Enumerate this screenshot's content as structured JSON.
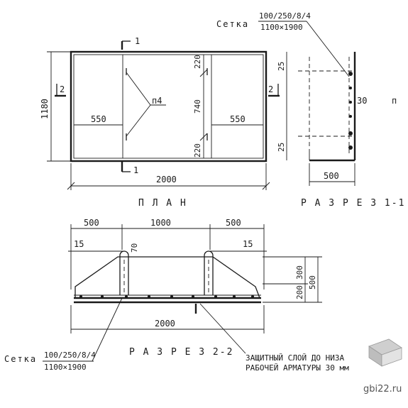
{
  "plan": {
    "title": "П Л А Н",
    "dim_width": "2000",
    "dim_height": "1180",
    "dim_left": "550",
    "dim_right": "550",
    "dim_top": "220",
    "dim_mid": "740",
    "dim_bottom": "220",
    "callout": "п4",
    "cut1_top": "1",
    "cut1_bottom": "1",
    "cut2_left": "2",
    "cut2_right": "2"
  },
  "mesh_top": {
    "word": "Сетка",
    "spec": "100/250/8/4",
    "size": "1100×1900"
  },
  "section1": {
    "title": "Р А З Р Е З 1-1",
    "dim_top": "25",
    "dim_bottom": "25",
    "dim_side": "30",
    "letter": "п",
    "dim_width": "500"
  },
  "section2": {
    "title": "Р А З Р Е З 2-2",
    "dim_left": "500",
    "dim_mid": "1000",
    "dim_right": "500",
    "dim_total": "2000",
    "dim_15_left": "15",
    "dim_15_right": "15",
    "dim_70": "70",
    "dim_300": "300",
    "dim_200": "200",
    "dim_500": "500"
  },
  "mesh_bottom": {
    "word": "Сетка",
    "spec": "100/250/8/4",
    "size": "1100×1900"
  },
  "note": {
    "line1": "ЗАЩИТНЫЙ СЛОЙ ДО НИЗА",
    "line2": "РАБОЧЕЙ АРМАТУРЫ 30 мм"
  },
  "watermark": {
    "site": "gbi22.ru"
  }
}
